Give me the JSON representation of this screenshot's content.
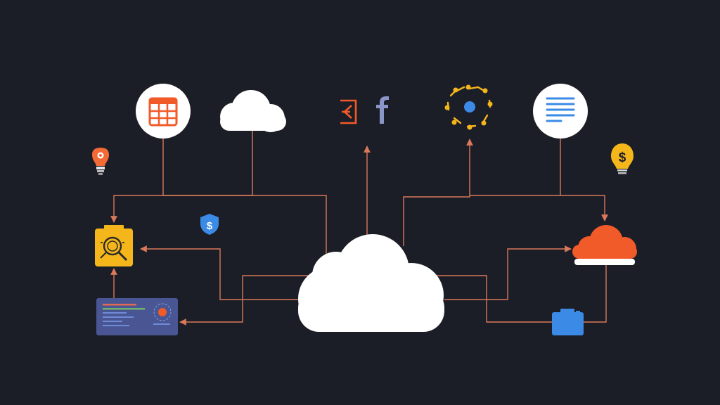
{
  "canvas": {
    "background": "#1c1e27"
  },
  "colors": {
    "connector": "#d9785a",
    "cloud_main": "#ffffff",
    "cloud_orange": "#f15a29",
    "calendar": "#f15a29",
    "facebook": "#8a96c8",
    "network_nodes": "#f5b61c",
    "network_center": "#3b8ae6",
    "doc_lines": "#3b8ae6",
    "shield": "#3b8ae6",
    "camera_blue": "#3b8ae6",
    "search_box": "#f5b61c",
    "dashboard": "#4a5694",
    "bulb_yellow": "#f5b61c",
    "bulb_orange": "#f26a36"
  },
  "diagram": {
    "type": "hub-and-spoke cloud network",
    "hub": {
      "name": "central-cloud",
      "icon": "cloud-icon"
    },
    "nodes": [
      {
        "name": "calendar-node",
        "icon": "calendar-icon"
      },
      {
        "name": "cloud-storage-node",
        "icon": "cloud-icon"
      },
      {
        "name": "login-node",
        "icon": "login-icon"
      },
      {
        "name": "facebook-node",
        "icon": "facebook-icon"
      },
      {
        "name": "network-node",
        "icon": "network-icon"
      },
      {
        "name": "document-node",
        "icon": "document-icon"
      },
      {
        "name": "lightbulb-node",
        "icon": "lightbulb-icon"
      },
      {
        "name": "idea-money-node",
        "icon": "dollar-lightbulb-icon"
      },
      {
        "name": "security-node",
        "icon": "dollar-shield-icon"
      },
      {
        "name": "search-node",
        "icon": "magnifier-icon"
      },
      {
        "name": "dashboard-node",
        "icon": "dashboard-icon"
      },
      {
        "name": "orange-cloud-node",
        "icon": "cloud-icon"
      },
      {
        "name": "camera-node",
        "icon": "camera-icon"
      }
    ]
  }
}
